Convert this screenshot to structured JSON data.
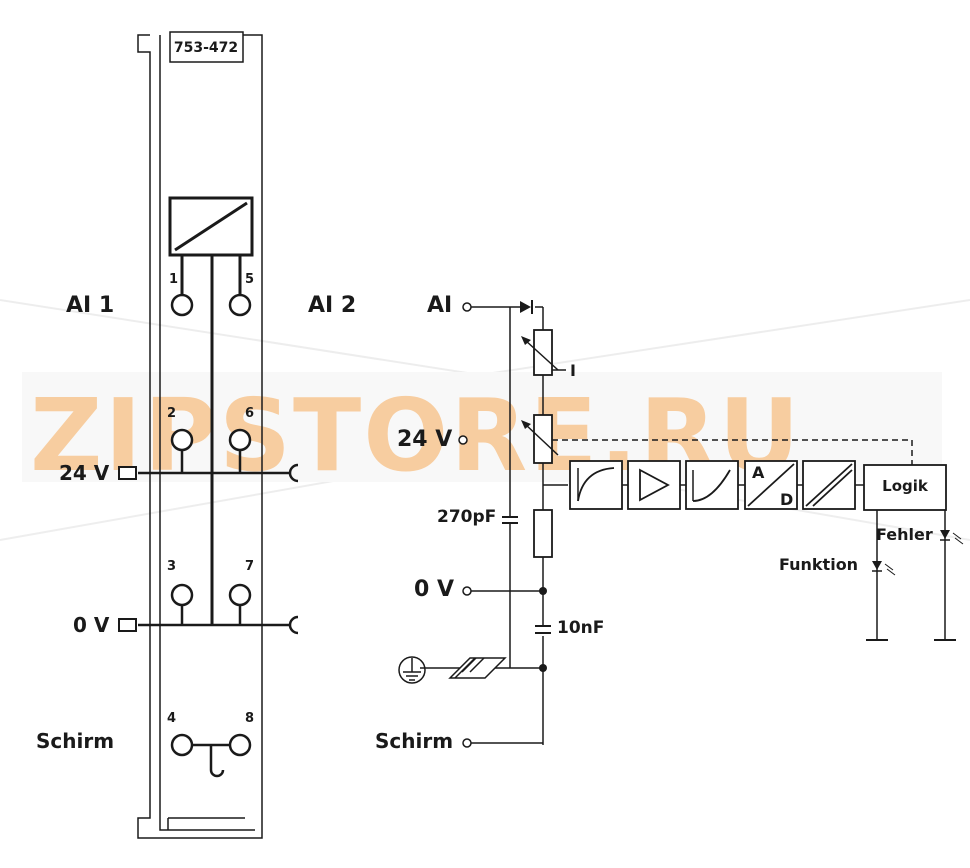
{
  "module_id": "753-472",
  "left_panel": {
    "channel_1": "AI 1",
    "channel_2": "AI 2",
    "supply_24v": "24 V",
    "supply_0v": "0 V",
    "shield": "Schirm",
    "pins": [
      "1",
      "5",
      "2",
      "6",
      "3",
      "7",
      "4",
      "8"
    ]
  },
  "right_panel": {
    "input": "AI",
    "supply_24v": "24 V",
    "supply_0v": "0 V",
    "shield": "Schirm",
    "current_label": "I",
    "cap_1": "270pF",
    "cap_2": "10nF",
    "adc_a": "A",
    "adc_d": "D",
    "logic": "Logik",
    "led_error": "Fehler",
    "led_function": "Funktion"
  },
  "watermark": "ZIPSTORE.RU",
  "colors": {
    "line": "#1a1a1a",
    "watermark_orange": "#f2a654",
    "watermark_gray": "#d0d0d0"
  }
}
